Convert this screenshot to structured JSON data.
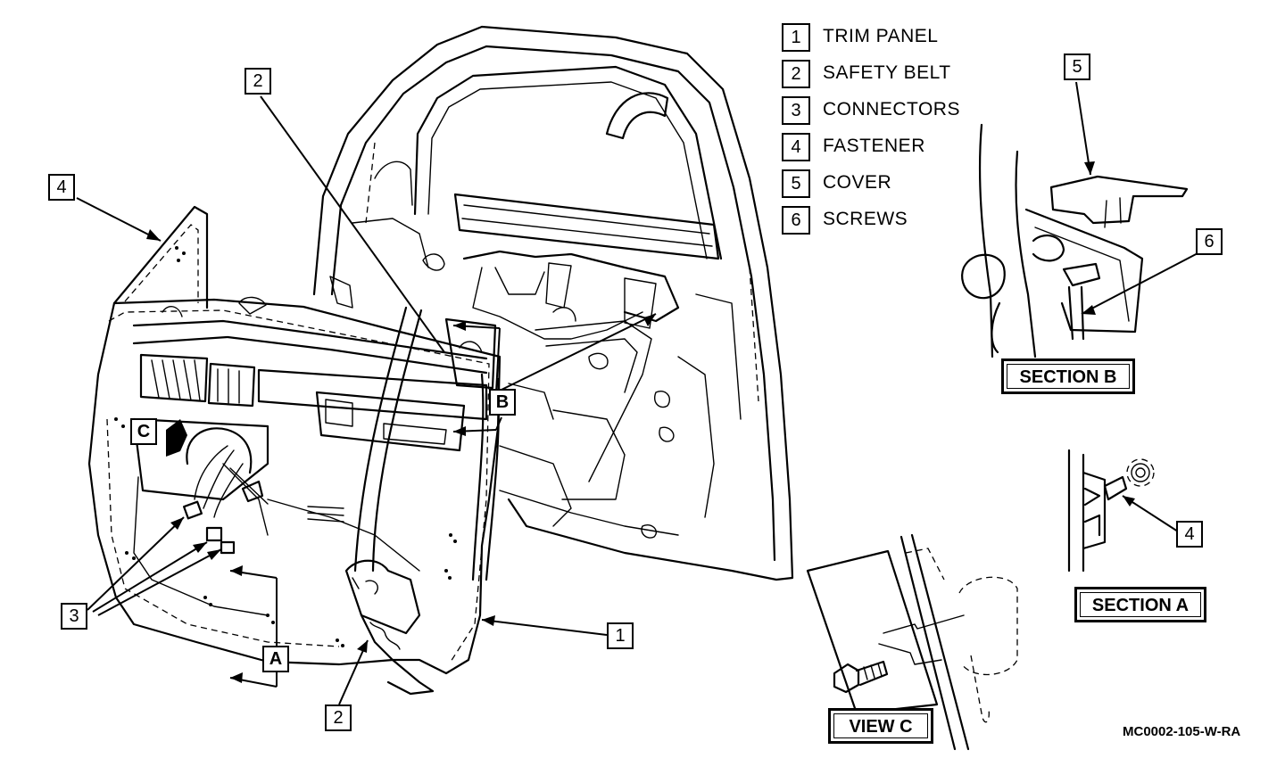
{
  "legend": [
    {
      "number": "1",
      "label": "TRIM PANEL"
    },
    {
      "number": "2",
      "label": "SAFETY BELT"
    },
    {
      "number": "3",
      "label": "CONNECTORS"
    },
    {
      "number": "4",
      "label": "FASTENER"
    },
    {
      "number": "5",
      "label": "COVER"
    },
    {
      "number": "6",
      "label": "SCREWS"
    }
  ],
  "callouts": {
    "trim_panel": "1",
    "safety_belt_top": "2",
    "safety_belt_bottom": "2",
    "connectors": "3",
    "fastener_main": "4",
    "fastener_section_a": "4",
    "cover": "5",
    "screws": "6",
    "view_letter_a": "A",
    "view_letter_b": "B",
    "view_letter_c": "C"
  },
  "section_labels": {
    "section_b": "SECTION B",
    "section_a": "SECTION A",
    "view_c": "VIEW C"
  },
  "reference_code": "MC0002-105-W-RA"
}
